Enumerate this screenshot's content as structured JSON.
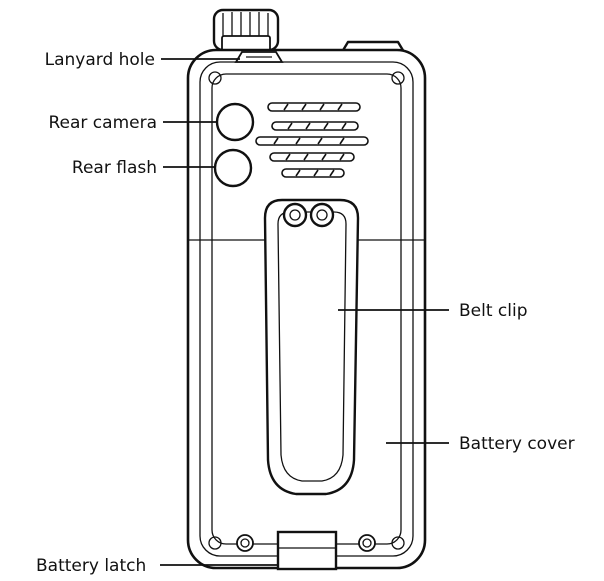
{
  "labels": {
    "lanyard_hole": "Lanyard hole",
    "rear_camera": "Rear camera",
    "rear_flash": "Rear flash",
    "belt_clip": "Belt clip",
    "battery_cover": "Battery cover",
    "battery_latch": "Battery latch"
  }
}
